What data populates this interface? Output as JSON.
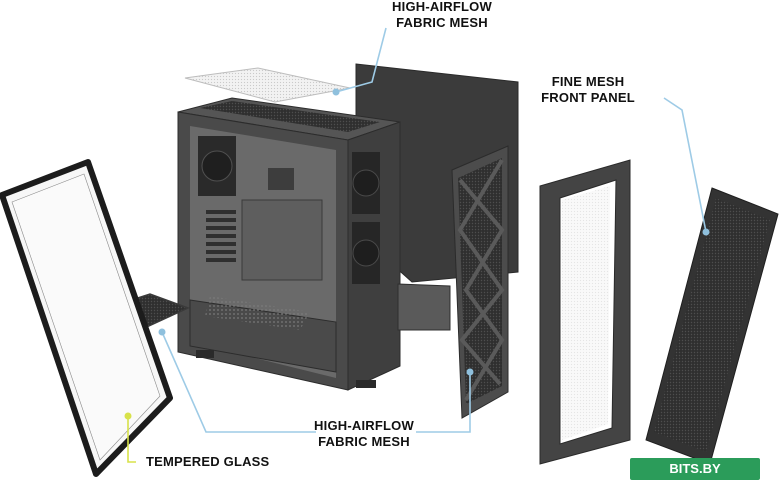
{
  "callouts": {
    "top_mesh": {
      "line1": "HIGH-AIRFLOW",
      "line2": "FABRIC MESH"
    },
    "front_panel": {
      "line1": "FINE MESH",
      "line2": "FRONT PANEL"
    },
    "bottom_mesh": {
      "line1": "HIGH-AIRFLOW",
      "line2": "FABRIC MESH"
    },
    "glass": {
      "text": "TEMPERED GLASS"
    }
  },
  "watermark": {
    "text": "BITS.BY"
  },
  "colors": {
    "leader_line": "#9ecbe6",
    "glass_leader": "#d8e24a",
    "panel_dark": "#3a3a3a",
    "panel_mid": "#5a5a5a",
    "mesh_light": "#e9e9e9",
    "watermark_bg": "#2b9c5a"
  }
}
